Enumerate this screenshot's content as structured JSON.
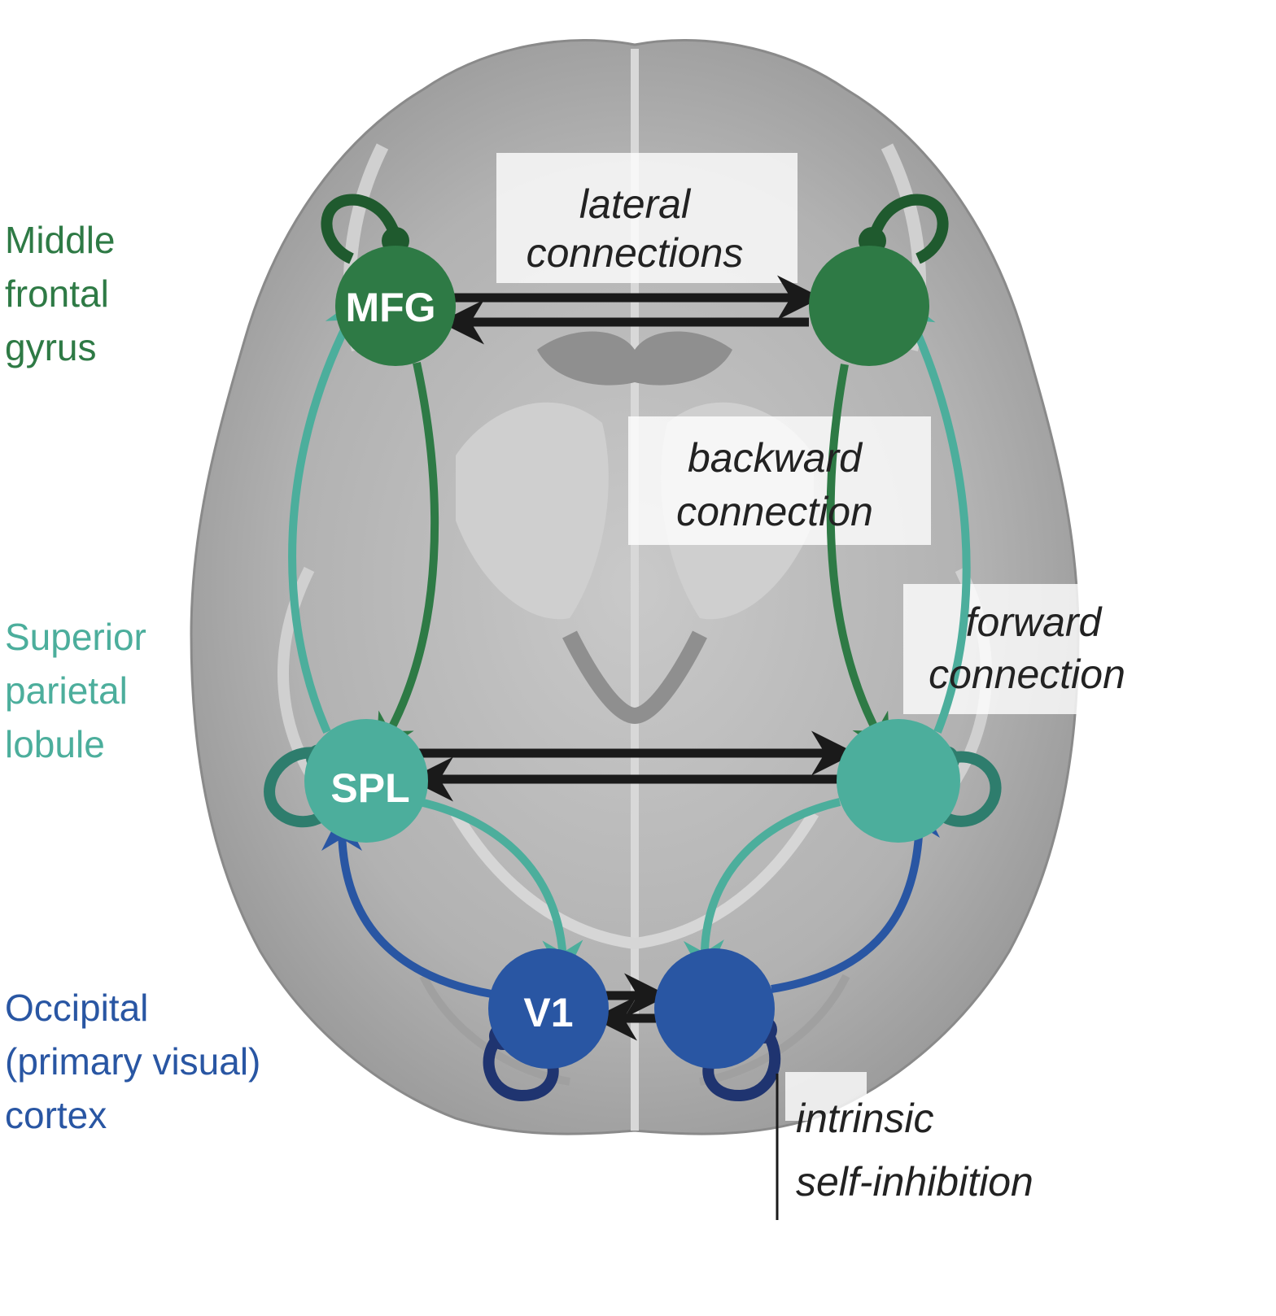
{
  "regions": {
    "mfg": {
      "name": "Middle\nfrontal\ngyrus",
      "node_label": "MFG",
      "color": "#2e7a45",
      "loop_color": "#1f5a2e"
    },
    "spl": {
      "name": "Superior\nparietal\nlobule",
      "node_label": "SPL",
      "color": "#4cae9c",
      "loop_color": "#2e7d6d"
    },
    "v1": {
      "name": "Occipital\n(primary visual)\ncortex",
      "node_label": "V1",
      "color": "#2956a3",
      "loop_color": "#1f3470"
    }
  },
  "connection_labels": {
    "lateral_1": "lateral",
    "lateral_2": "connections",
    "backward_1": "backward",
    "backward_2": "connection",
    "forward_1": "forward",
    "forward_2": "connection",
    "intrinsic_1": "intrinsic",
    "intrinsic_2": "self-inhibition"
  },
  "colors": {
    "lateral_arrow": "#1a1a1a",
    "backward_arrow": "#2e7a45",
    "forward_arrow": "#4cae9c",
    "v1_forward_arrow": "#2956a3",
    "brain_fill": "#bdbdbd"
  }
}
